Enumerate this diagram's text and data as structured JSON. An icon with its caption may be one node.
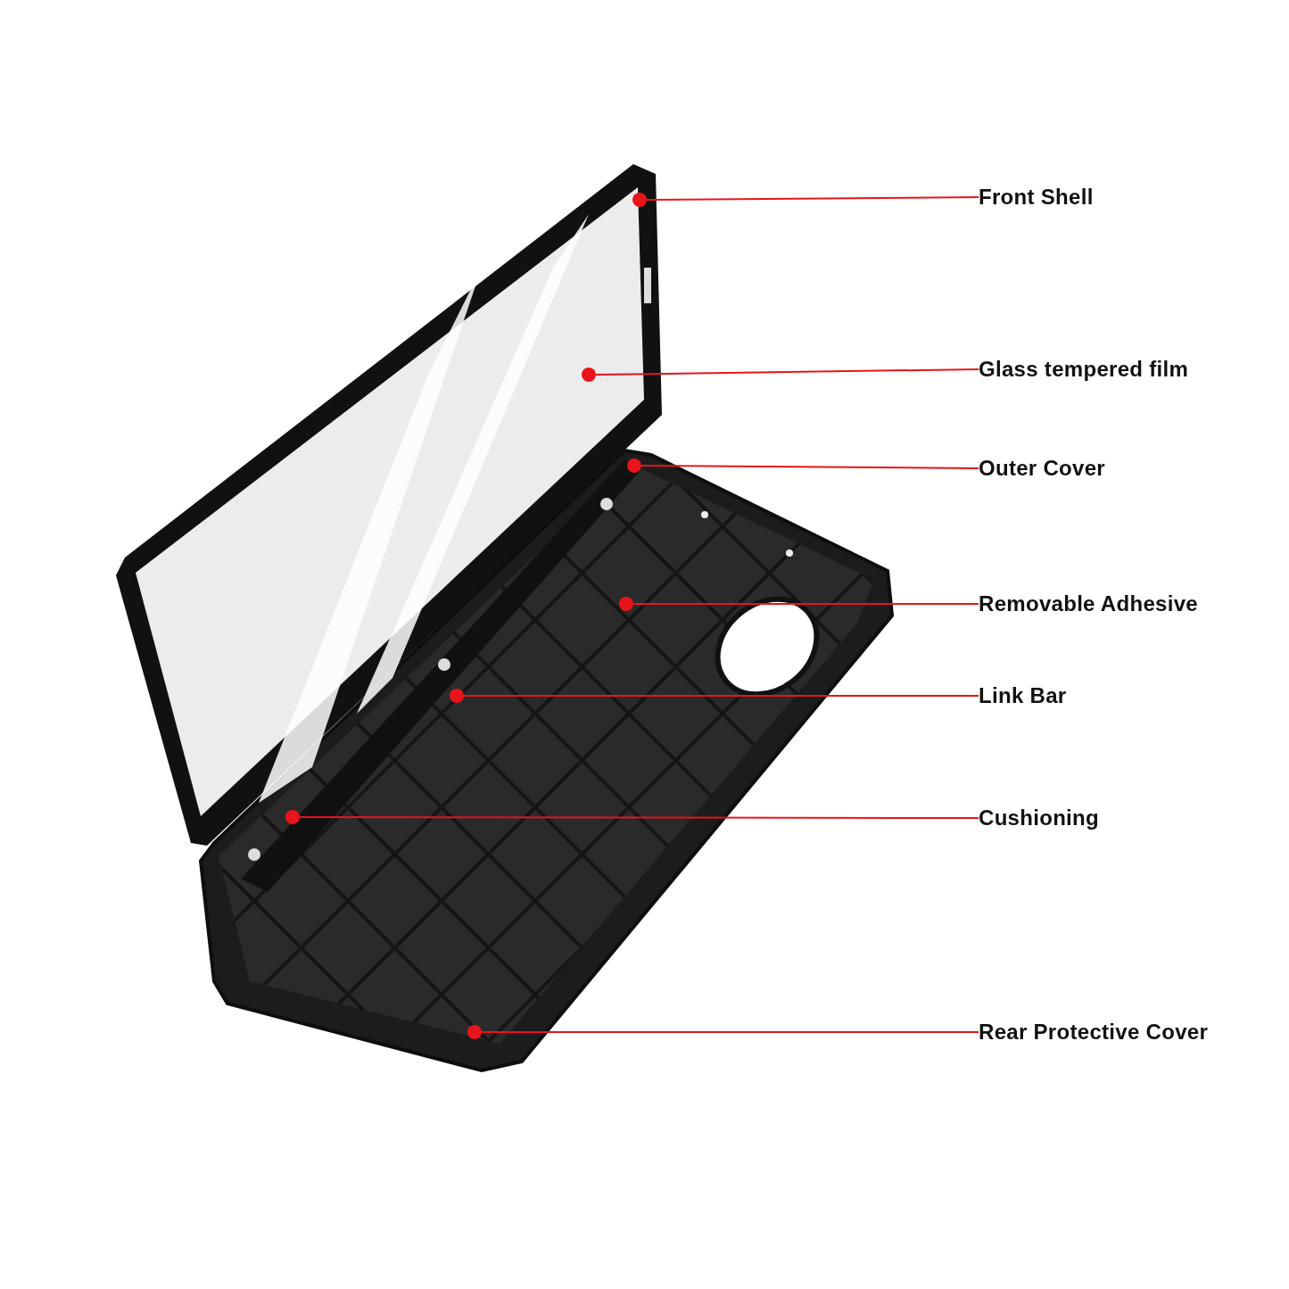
{
  "diagram": {
    "nodes": [
      {
        "text": [
          "Front Shell"
        ]
      },
      {
        "text": [
          "Glass tempered film"
        ]
      },
      {
        "text": [
          "Outer Cover"
        ]
      },
      {
        "text": [
          "Removable Adhesive"
        ]
      },
      {
        "text": [
          "Link Bar"
        ]
      },
      {
        "text": [
          "Cushioning"
        ]
      },
      {
        "text": [
          "Rear Protective Cover"
        ]
      },
      {
        "text": [],
        "shape": "circle"
      },
      {
        "text": [],
        "shape": "circle"
      },
      {
        "text": [],
        "shape": "circle"
      },
      {
        "text": [],
        "shape": "circle"
      },
      {
        "text": [],
        "shape": "circle"
      },
      {
        "text": [],
        "shape": "circle"
      },
      {
        "text": [],
        "shape": "circle"
      }
    ],
    "edges": [
      {
        "from": 0,
        "to": 7,
        "arrow": "none"
      },
      {
        "from": 1,
        "to": 8,
        "arrow": "none"
      },
      {
        "from": 2,
        "to": 9,
        "arrow": "none"
      },
      {
        "from": 3,
        "to": 10,
        "arrow": "none"
      },
      {
        "from": 4,
        "to": 11,
        "arrow": "none"
      },
      {
        "from": 5,
        "to": 12,
        "arrow": "none"
      },
      {
        "from": 6,
        "to": 13,
        "arrow": "none"
      }
    ]
  }
}
